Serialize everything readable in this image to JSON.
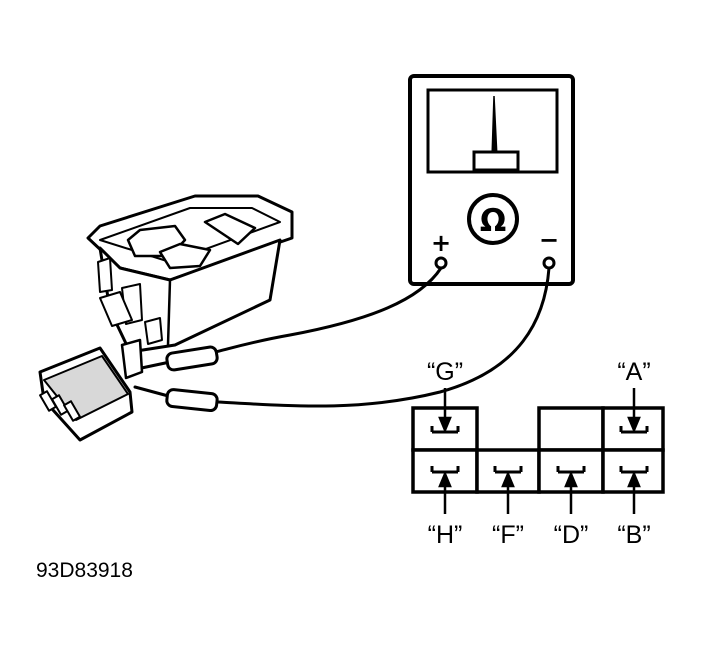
{
  "meter": {
    "ohm_symbol": "Ω",
    "plus_label": "+",
    "minus_label": "−"
  },
  "connector": {
    "terminals_top": [
      "“G”",
      "“A”"
    ],
    "terminals_bottom": [
      "“H”",
      "“F”",
      "“D”",
      "“B”"
    ]
  },
  "figure_code": "93D83918"
}
